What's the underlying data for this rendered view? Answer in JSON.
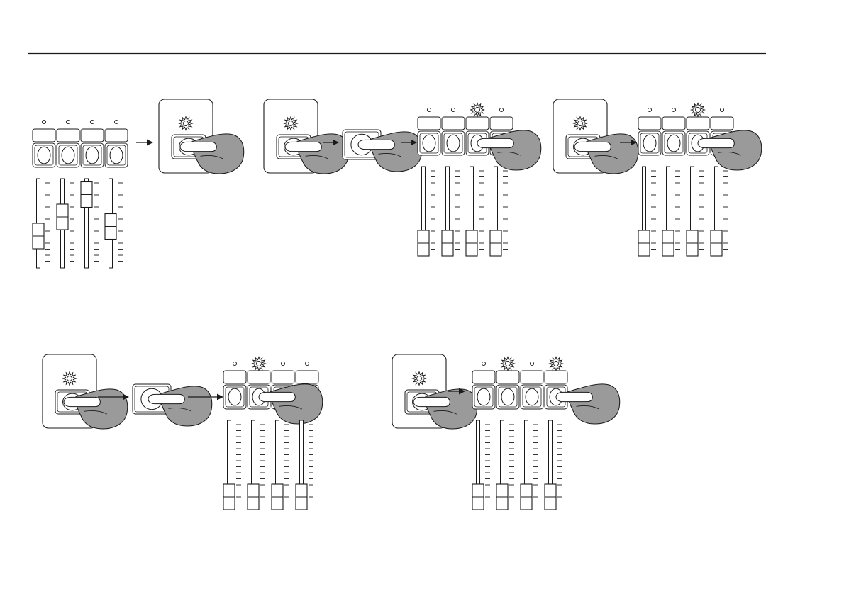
{
  "colors": {
    "ink": "#1a1a1a",
    "paper": "#ffffff",
    "hand_fill": "#9a9a9a",
    "finger_fill": "#ffffff"
  },
  "icons": {
    "led_off": "led-off-icon",
    "led_lit": "led-lit-icon",
    "arrow": "arrow-right-icon",
    "hand": "pointing-hand-icon",
    "control_button": "panel-button-icon"
  },
  "diagrams": [
    {
      "id": "step-1",
      "steps": [
        {
          "type": "channel_strip",
          "leds": [
            "off",
            "off",
            "off",
            "off"
          ],
          "press_channel": null,
          "fader_levels": [
            0.3,
            0.6,
            0.95,
            0.45
          ]
        },
        {
          "type": "arrow"
        },
        {
          "type": "master_panel",
          "led": "off",
          "hand": true
        }
      ]
    },
    {
      "id": "step-2",
      "steps": [
        {
          "type": "master_panel",
          "led": "off",
          "hand": true
        },
        {
          "type": "arrow"
        },
        {
          "type": "pressed_button",
          "hand": true
        },
        {
          "type": "arrow"
        },
        {
          "type": "channel_strip",
          "leds": [
            "off",
            "off",
            "lit",
            "off"
          ],
          "press_channel": 3,
          "fader_levels": [
            0,
            0,
            0,
            0
          ]
        }
      ]
    },
    {
      "id": "step-3",
      "steps": [
        {
          "type": "master_panel",
          "led": "off",
          "hand": true
        },
        {
          "type": "arrow"
        },
        {
          "type": "channel_strip",
          "leds": [
            "off",
            "off",
            "lit",
            "off"
          ],
          "press_channel": 3,
          "fader_levels": [
            0,
            0,
            0,
            0
          ]
        }
      ]
    },
    {
      "id": "step-4",
      "steps": [
        {
          "type": "master_panel",
          "led": "off",
          "hand": true
        },
        {
          "type": "arrow"
        },
        {
          "type": "pressed_button",
          "hand": true
        },
        {
          "type": "arrow"
        },
        {
          "type": "channel_strip",
          "leds": [
            "off",
            "lit",
            "off",
            "off"
          ],
          "press_channel": 2,
          "fader_levels": [
            0,
            0,
            0,
            0
          ]
        }
      ]
    },
    {
      "id": "step-5",
      "steps": [
        {
          "type": "master_panel",
          "led": "off",
          "hand": true
        },
        {
          "type": "arrow"
        },
        {
          "type": "channel_strip",
          "leds": [
            "off",
            "lit",
            "off",
            "lit"
          ],
          "press_channel": 4,
          "fader_levels": [
            0,
            0,
            0,
            0
          ]
        }
      ]
    }
  ]
}
